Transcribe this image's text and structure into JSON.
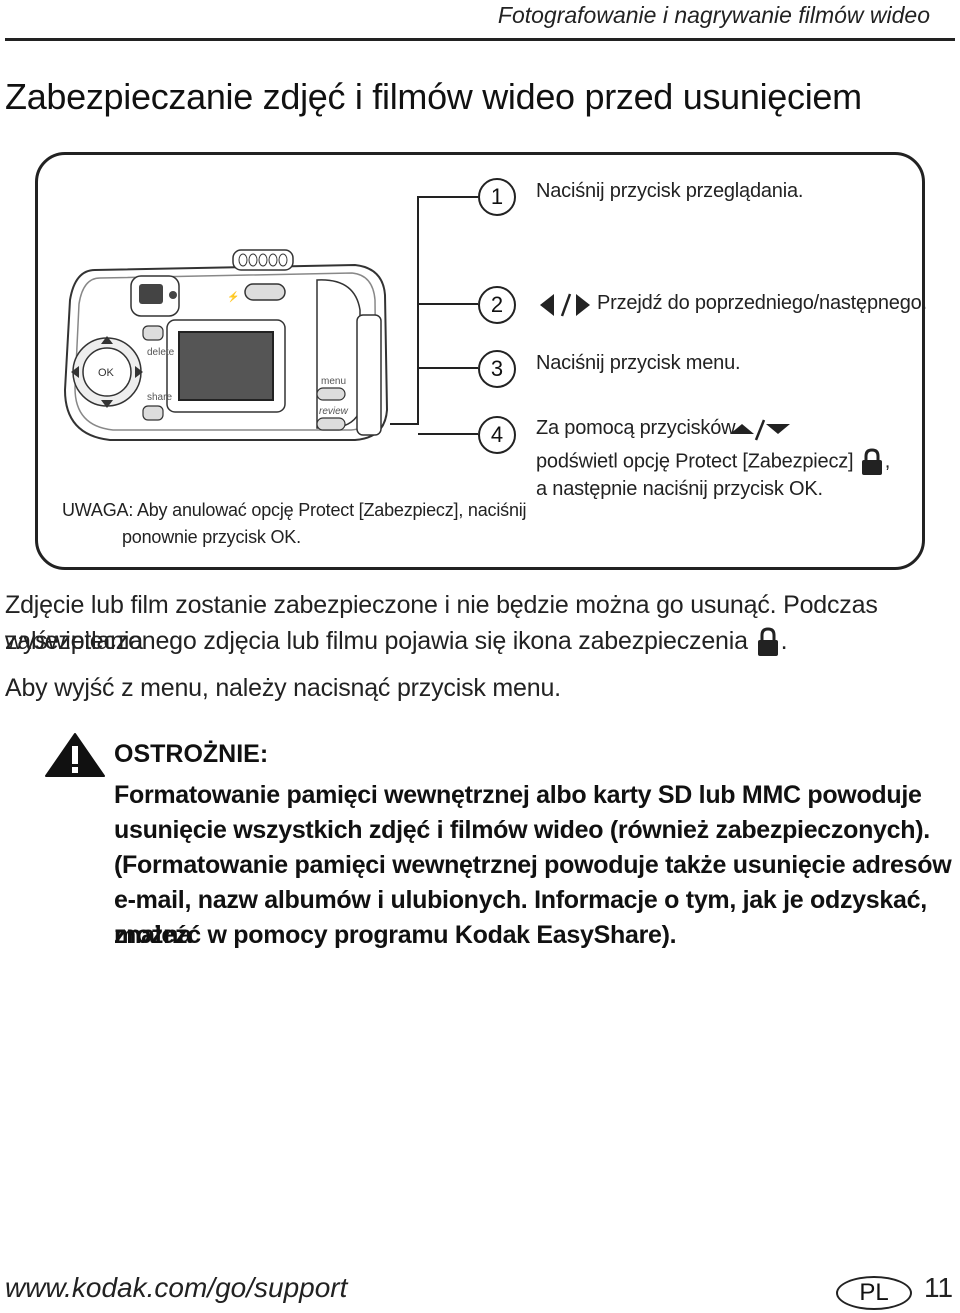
{
  "header": {
    "section_title": "Fotografowanie i nagrywanie filmów wideo"
  },
  "page_title": "Zabezpieczanie zdjęć i filmów wideo przed usunięciem",
  "camera": {
    "buttons": {
      "ok": "OK",
      "delete": "delete",
      "share": "share",
      "menu": "menu",
      "review": "review"
    }
  },
  "steps": [
    {
      "number": "1",
      "text": "Naciśnij przycisk przeglądania."
    },
    {
      "number": "2",
      "icons": [
        "left-arrow-icon",
        "right-arrow-icon"
      ],
      "text": "Przejdź do poprzedniego/następnego."
    },
    {
      "number": "3",
      "text": "Naciśnij przycisk menu."
    },
    {
      "number": "4",
      "line1": "Za pomocą przycisków",
      "icons": [
        "up-arrow-icon",
        "down-arrow-icon"
      ],
      "line2": "podświetl opcję Protect [Zabezpiecz]",
      "line2_suffix": ",",
      "line3": "a następnie naciśnij przycisk OK."
    }
  ],
  "note": {
    "line1": "UWAGA: Aby anulować opcję Protect [Zabezpiecz], naciśnij",
    "line2": "ponownie przycisk OK."
  },
  "body": {
    "para1_line1": "Zdjęcie lub film zostanie zabezpieczone i nie będzie można go usunąć. Podczas wyświetlania",
    "para1_line2": "zabezpieczonego zdjęcia lub filmu pojawia się ikona zabezpieczenia",
    "para1_end": ".",
    "para2": "Aby wyjść z menu, należy nacisnąć przycisk menu."
  },
  "caution": {
    "title": "OSTROŻNIE:",
    "lines": [
      "Formatowanie pamięci wewnętrznej albo karty SD lub MMC powoduje",
      "usunięcie wszystkich zdjęć i filmów wideo (również zabezpieczonych).",
      "(Formatowanie pamięci wewnętrznej powoduje także usunięcie adresów",
      "e-mail, nazw albumów i ulubionych. Informacje o tym, jak je odzyskać, można",
      "znaleźć w pomocy programu Kodak EasyShare)."
    ]
  },
  "footer": {
    "url": "www.kodak.com/go/support",
    "language": "PL",
    "page_number": "11"
  }
}
